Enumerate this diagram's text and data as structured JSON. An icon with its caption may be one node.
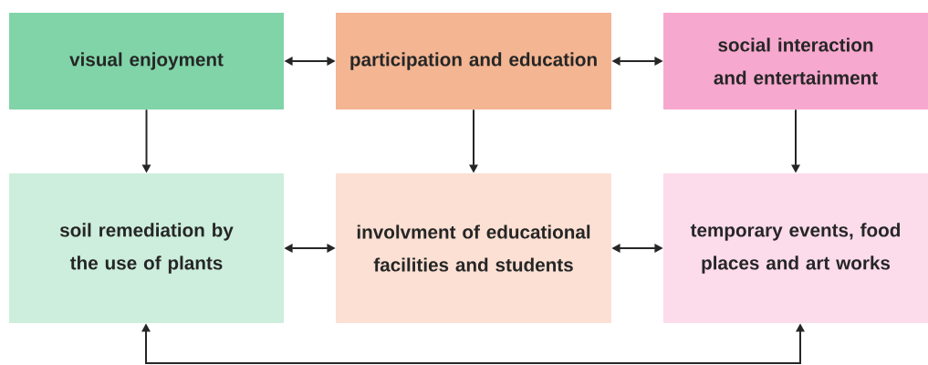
{
  "diagram": {
    "nodes": [
      {
        "text": [
          "visual enjoyment"
        ]
      },
      {
        "text": [
          "participation and education"
        ]
      },
      {
        "text": [
          "social interaction and entertainment"
        ]
      },
      {
        "text": [
          "soil remediation by the use of plants"
        ]
      },
      {
        "text": [
          "involvment of educational facilities and students"
        ]
      },
      {
        "text": [
          "temporary events, food places and art works"
        ]
      }
    ],
    "edges": [
      {
        "from": 0,
        "to": 1,
        "arrow": "both"
      },
      {
        "from": 1,
        "to": 2,
        "arrow": "both"
      },
      {
        "from": 0,
        "to": 3,
        "arrow": "to"
      },
      {
        "from": 1,
        "to": 4,
        "arrow": "to"
      },
      {
        "from": 2,
        "to": 5,
        "arrow": "to"
      },
      {
        "from": 3,
        "to": 4,
        "arrow": "both"
      },
      {
        "from": 4,
        "to": 5,
        "arrow": "both"
      },
      {
        "from": 3,
        "to": 5,
        "arrow": "both"
      }
    ]
  }
}
